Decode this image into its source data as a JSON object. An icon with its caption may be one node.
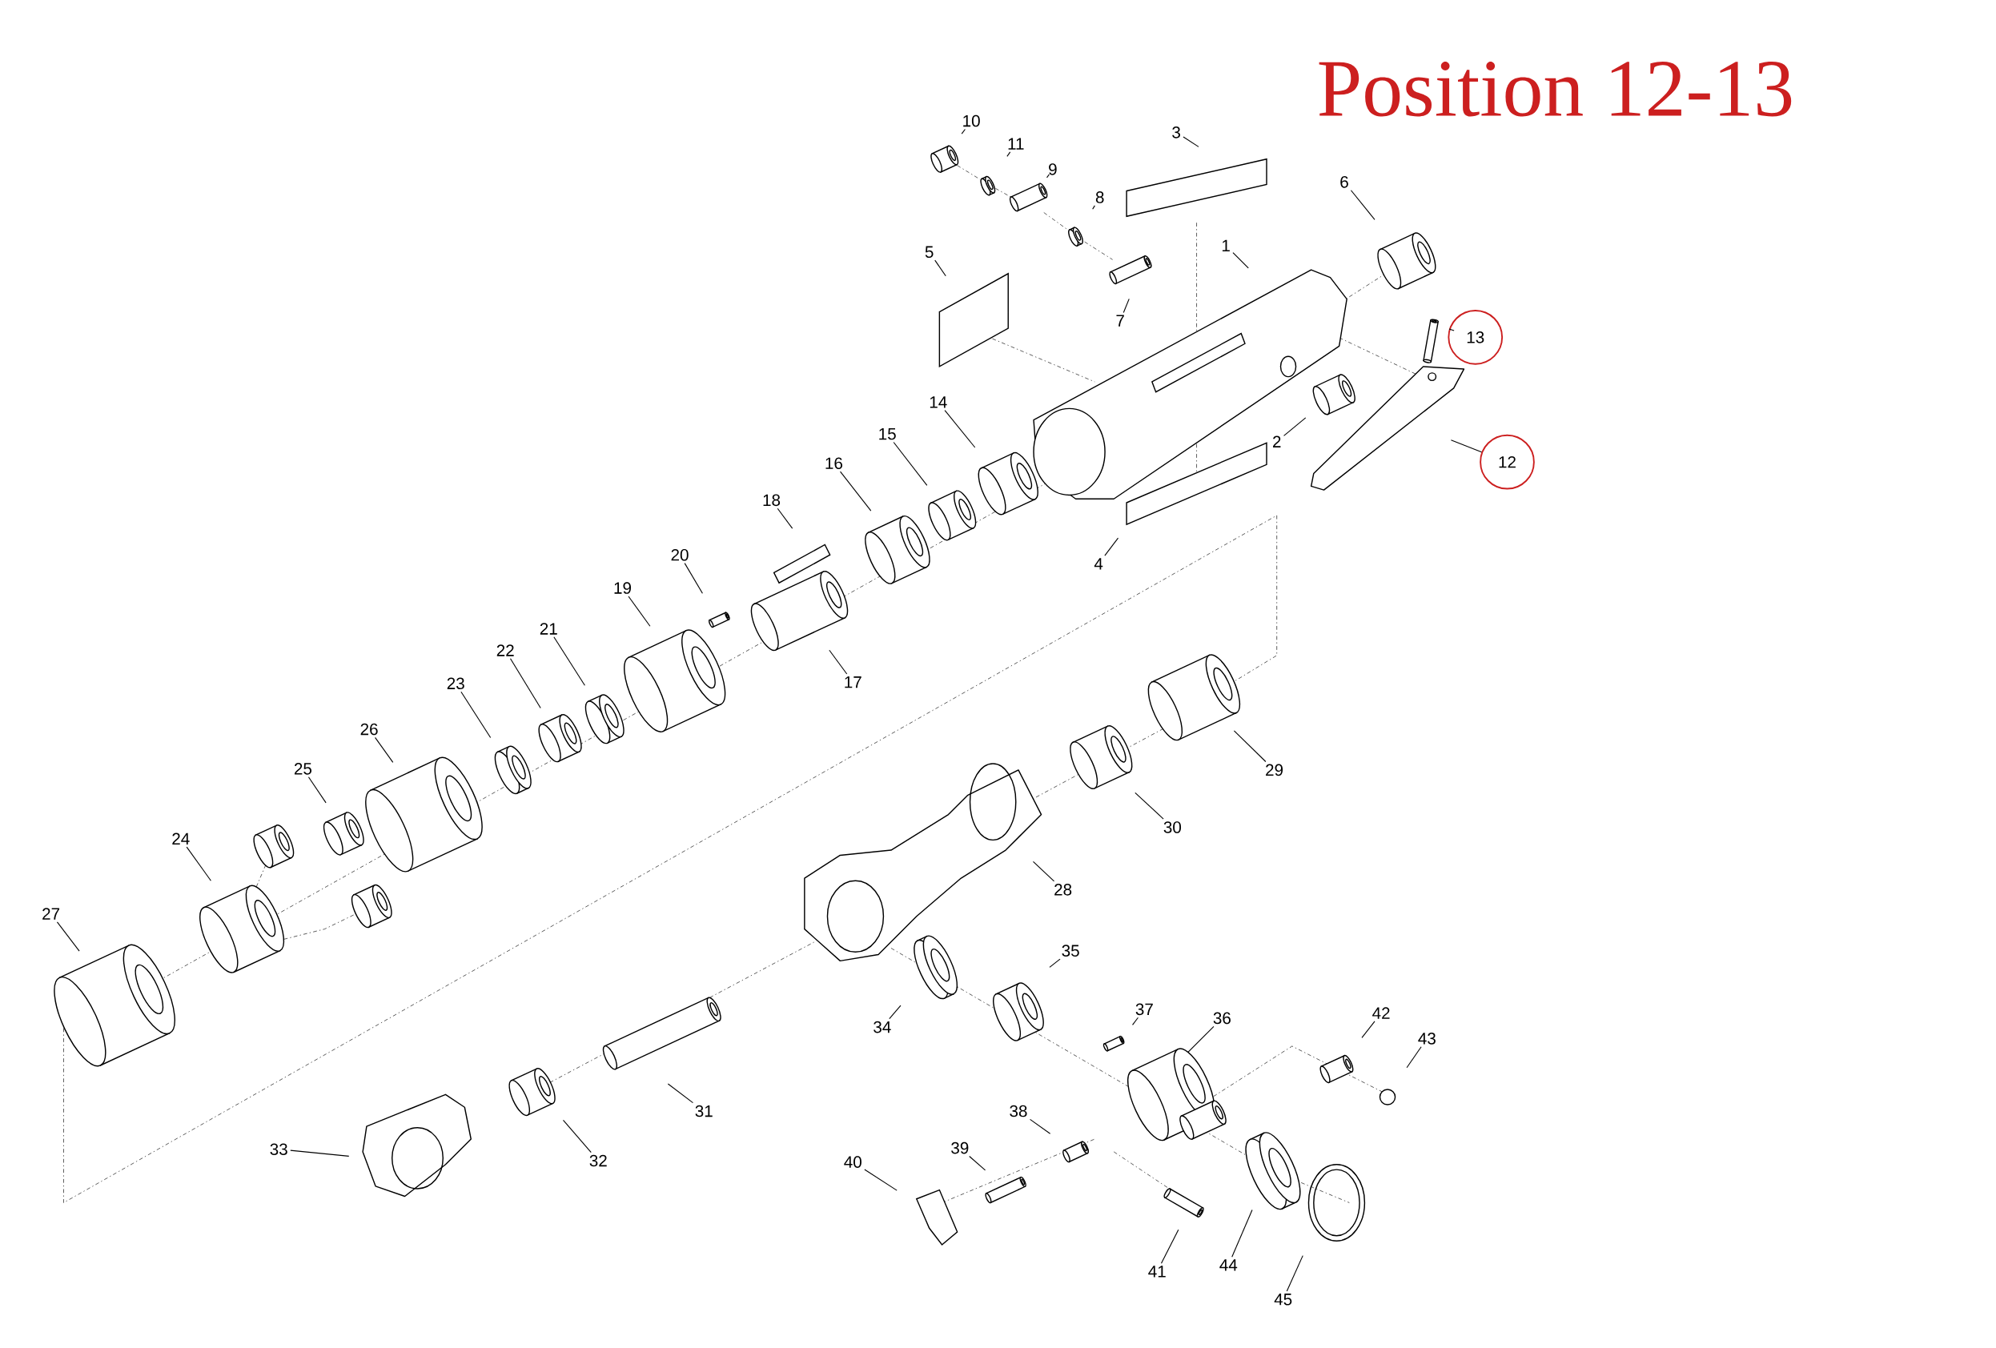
{
  "diagram": {
    "title": "Position 12-13",
    "nodes": [
      {
        "text": [
          "1"
        ]
      },
      {
        "text": [
          "2"
        ]
      },
      {
        "text": [
          "3"
        ]
      },
      {
        "text": [
          "4"
        ]
      },
      {
        "text": [
          "5"
        ]
      },
      {
        "text": [
          "6"
        ]
      },
      {
        "text": [
          "7"
        ]
      },
      {
        "text": [
          "8"
        ]
      },
      {
        "text": [
          "9"
        ]
      },
      {
        "text": [
          "10"
        ]
      },
      {
        "text": [
          "11"
        ]
      },
      {
        "text": [
          "12"
        ]
      },
      {
        "text": [
          "13"
        ]
      },
      {
        "text": [
          "14"
        ]
      },
      {
        "text": [
          "15"
        ]
      },
      {
        "text": [
          "16"
        ]
      },
      {
        "text": [
          "17"
        ]
      },
      {
        "text": [
          "18"
        ]
      },
      {
        "text": [
          "19"
        ]
      },
      {
        "text": [
          "20"
        ]
      },
      {
        "text": [
          "21"
        ]
      },
      {
        "text": [
          "22"
        ]
      },
      {
        "text": [
          "23"
        ]
      },
      {
        "text": [
          "24"
        ]
      },
      {
        "text": [
          "25"
        ]
      },
      {
        "text": [
          "26"
        ]
      },
      {
        "text": [
          "27"
        ]
      },
      {
        "text": [
          "28"
        ]
      },
      {
        "text": [
          "29"
        ]
      },
      {
        "text": [
          "30"
        ]
      },
      {
        "text": [
          "31"
        ]
      },
      {
        "text": [
          "32"
        ]
      },
      {
        "text": [
          "33"
        ]
      },
      {
        "text": [
          "34"
        ]
      },
      {
        "text": [
          "35"
        ]
      },
      {
        "text": [
          "36"
        ]
      },
      {
        "text": [
          "37"
        ]
      },
      {
        "text": [
          "38"
        ]
      },
      {
        "text": [
          "39"
        ]
      },
      {
        "text": [
          "40"
        ]
      },
      {
        "text": [
          "41"
        ]
      },
      {
        "text": [
          "42"
        ]
      },
      {
        "text": [
          "43"
        ]
      },
      {
        "text": [
          "44"
        ]
      },
      {
        "text": [
          "45"
        ]
      }
    ],
    "edges": [
      {
        "from": 0,
        "to": null,
        "arrow": "none"
      },
      {
        "from": 1,
        "to": null,
        "arrow": "none"
      },
      {
        "from": 2,
        "to": null,
        "arrow": "none"
      },
      {
        "from": 3,
        "to": null,
        "arrow": "none"
      },
      {
        "from": 4,
        "to": null,
        "arrow": "none"
      },
      {
        "from": 5,
        "to": null,
        "arrow": "none"
      },
      {
        "from": 6,
        "to": null,
        "arrow": "none"
      },
      {
        "from": 7,
        "to": null,
        "arrow": "none"
      },
      {
        "from": 8,
        "to": null,
        "arrow": "none"
      },
      {
        "from": 9,
        "to": null,
        "arrow": "none"
      },
      {
        "from": 10,
        "to": null,
        "arrow": "none"
      },
      {
        "from": 11,
        "to": null,
        "arrow": "none"
      },
      {
        "from": 12,
        "to": null,
        "arrow": "none"
      },
      {
        "from": 13,
        "to": null,
        "arrow": "none"
      },
      {
        "from": 14,
        "to": null,
        "arrow": "none"
      },
      {
        "from": 15,
        "to": null,
        "arrow": "none"
      },
      {
        "from": 16,
        "to": null,
        "arrow": "none"
      },
      {
        "from": 17,
        "to": null,
        "arrow": "none"
      },
      {
        "from": 18,
        "to": null,
        "arrow": "none"
      },
      {
        "from": 19,
        "to": null,
        "arrow": "none"
      },
      {
        "from": 20,
        "to": null,
        "arrow": "none"
      },
      {
        "from": 21,
        "to": null,
        "arrow": "none"
      },
      {
        "from": 22,
        "to": null,
        "arrow": "none"
      },
      {
        "from": 23,
        "to": null,
        "arrow": "none"
      },
      {
        "from": 24,
        "to": null,
        "arrow": "none"
      },
      {
        "from": 25,
        "to": null,
        "arrow": "none"
      },
      {
        "from": 26,
        "to": null,
        "arrow": "none"
      },
      {
        "from": 27,
        "to": null,
        "arrow": "none"
      },
      {
        "from": 28,
        "to": null,
        "arrow": "none"
      },
      {
        "from": 29,
        "to": null,
        "arrow": "none"
      },
      {
        "from": 30,
        "to": null,
        "arrow": "none"
      },
      {
        "from": 31,
        "to": null,
        "arrow": "none"
      },
      {
        "from": 32,
        "to": null,
        "arrow": "none"
      },
      {
        "from": 33,
        "to": null,
        "arrow": "none"
      },
      {
        "from": 34,
        "to": null,
        "arrow": "none"
      },
      {
        "from": 35,
        "to": null,
        "arrow": "none"
      },
      {
        "from": 36,
        "to": null,
        "arrow": "none"
      },
      {
        "from": 37,
        "to": null,
        "arrow": "none"
      },
      {
        "from": 38,
        "to": null,
        "arrow": "none"
      },
      {
        "from": 39,
        "to": null,
        "arrow": "none"
      },
      {
        "from": 40,
        "to": null,
        "arrow": "none"
      },
      {
        "from": 41,
        "to": null,
        "arrow": "none"
      },
      {
        "from": 42,
        "to": null,
        "arrow": "none"
      },
      {
        "from": 43,
        "to": null,
        "arrow": "none"
      },
      {
        "from": 44,
        "to": null,
        "arrow": "none"
      }
    ]
  }
}
